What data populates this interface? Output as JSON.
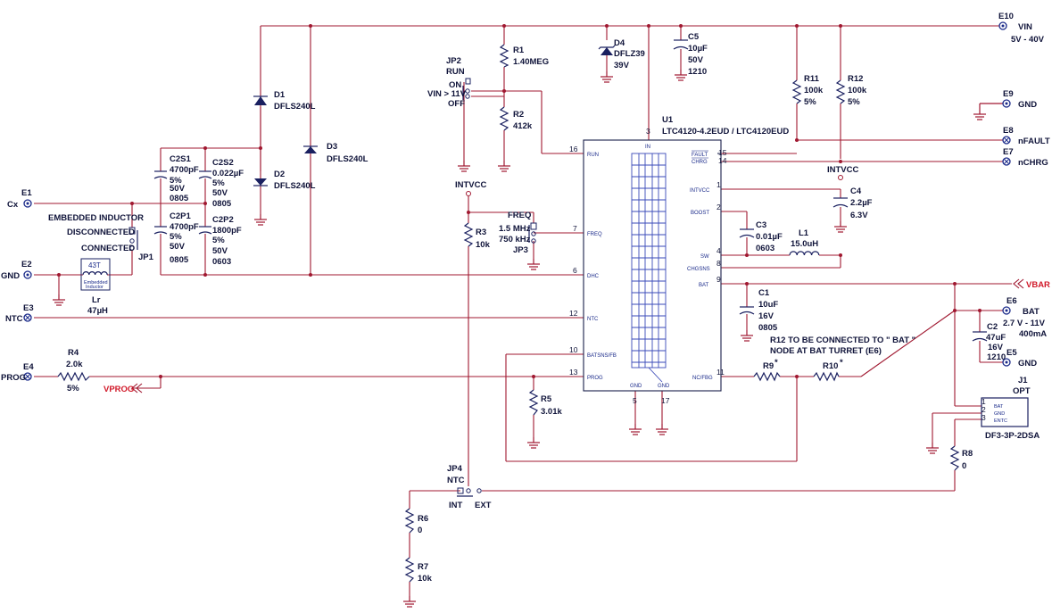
{
  "terminals": {
    "e10": {
      "ref": "E10",
      "name": "VIN",
      "range": "5V - 40V"
    },
    "e9": {
      "ref": "E9",
      "name": "GND"
    },
    "e8": {
      "ref": "E8",
      "name": "nFAULT"
    },
    "e7": {
      "ref": "E7",
      "name": "nCHRG"
    },
    "e6": {
      "ref": "E6",
      "name": "BAT",
      "range": "2.7 V - 11V",
      "current": "400mA"
    },
    "e5": {
      "ref": "E5",
      "name": "GND"
    },
    "e1": {
      "ref": "E1",
      "name": "Cx"
    },
    "e2": {
      "ref": "E2",
      "name": "GND"
    },
    "e3": {
      "ref": "E3",
      "name": "NTC"
    },
    "e4": {
      "ref": "E4",
      "name": "PROG"
    }
  },
  "net_labels": {
    "vbar": "VBAR",
    "vprog": "VPROG",
    "intvcc1": "INTVCC",
    "intvcc2": "INTVCC"
  },
  "components": {
    "d1": {
      "ref": "D1",
      "value": "DFLS240L"
    },
    "d2": {
      "ref": "D2",
      "value": "DFLS240L"
    },
    "d3": {
      "ref": "D3",
      "value": "DFLS240L"
    },
    "d4": {
      "ref": "D4",
      "value": "DFLZ39",
      "v2": "39V"
    },
    "r1": {
      "ref": "R1",
      "value": "1.40MEG"
    },
    "r2": {
      "ref": "R2",
      "value": "412k"
    },
    "r3": {
      "ref": "R3",
      "value": "10k"
    },
    "r4": {
      "ref": "R4",
      "value": "2.0k",
      "v2": "5%"
    },
    "r5": {
      "ref": "R5",
      "value": "3.01k"
    },
    "r6": {
      "ref": "R6",
      "value": "0"
    },
    "r7": {
      "ref": "R7",
      "value": "10k"
    },
    "r8": {
      "ref": "R8",
      "value": "0"
    },
    "r9": {
      "ref": "R9",
      "mark": "*"
    },
    "r10": {
      "ref": "R10",
      "mark": "*"
    },
    "r11": {
      "ref": "R11",
      "value": "100k",
      "v2": "5%"
    },
    "r12": {
      "ref": "R12",
      "value": "100k",
      "v2": "5%"
    },
    "c5": {
      "ref": "C5",
      "value": "10µF",
      "v2": "50V",
      "v3": "1210"
    },
    "c4": {
      "ref": "C4",
      "value": "2.2µF",
      "v2": "6.3V"
    },
    "c3": {
      "ref": "C3",
      "value": "0.01µF",
      "v2": "0603"
    },
    "c1": {
      "ref": "C1",
      "value": "10uF",
      "v2": "16V",
      "v3": "0805"
    },
    "c2": {
      "ref": "C2",
      "value": "47uF",
      "v2": "16V",
      "v3": "1210"
    },
    "c2s1": {
      "ref": "C2S1",
      "value": "4700pF",
      "v2": "5%",
      "v3": "50V",
      "v4": "0805"
    },
    "c2s2": {
      "ref": "C2S2",
      "value": "0.022µF",
      "v2": "5%",
      "v3": "50V",
      "v4": "0805"
    },
    "c2p1": {
      "ref": "C2P1",
      "value": "4700pF",
      "v2": "5%",
      "v3": "50V",
      "v4": "0805"
    },
    "c2p2": {
      "ref": "C2P2",
      "value": "1800pF",
      "v2": "5%",
      "v3": "50V",
      "v4": "0603"
    },
    "l1": {
      "ref": "L1",
      "value": "15.0uH"
    },
    "lr": {
      "ref": "Lr",
      "value": "47µH",
      "box": "43T",
      "sub1": "Embedded",
      "sub2": "Inductor"
    },
    "u1": {
      "ref": "U1",
      "value": "LTC4120-4.2EUD / LTC4120EUD"
    },
    "j1": {
      "ref": "J1",
      "value": "OPT",
      "part": "DF3-3P-2DSA",
      "p1": "BAT",
      "p2": "GND",
      "p3": "ENTC"
    }
  },
  "jumpers": {
    "jp1": {
      "ref": "JP1",
      "title": "EMBEDDED INDUCTOR",
      "opt1": "DISCONNECTED",
      "opt2": "CONNECTED"
    },
    "jp2": {
      "ref": "JP2",
      "title": "RUN",
      "opt1": "ON",
      "opt2": "VIN > 11V",
      "opt3": "OFF"
    },
    "jp3": {
      "ref": "JP3",
      "title": "FREQ",
      "opt1": "1.5 MHz",
      "opt2": "750 kHz"
    },
    "jp4": {
      "ref": "JP4",
      "title": "NTC",
      "opt1": "INT",
      "opt2": "EXT"
    }
  },
  "ic_pins": {
    "run": "RUN",
    "freq": "FREQ",
    "dhc": "DHC",
    "ntc": "NTC",
    "batsns": "BATSNS/FB",
    "prog": "PROG",
    "in": "IN",
    "fault": "FAULT",
    "chrg": "CHRG",
    "intvcc": "INTVCC",
    "boost": "BOOST",
    "sw": "SW",
    "chgsns": "CHGSNS",
    "bat": "BAT",
    "ncfbg": "NC/FBG",
    "gnd1": "GND",
    "gnd2": "GND",
    "n16": "16",
    "n7": "7",
    "n6": "6",
    "n12": "12",
    "n10": "10",
    "n13": "13",
    "n3": "3",
    "n15": "15",
    "n14": "14",
    "n1": "1",
    "n2": "2",
    "n4": "4",
    "n8": "8",
    "n9": "9",
    "n11": "11",
    "n5": "5",
    "n17": "17"
  },
  "notes": {
    "line1": "R12 TO BE CONNECTED TO \" BAT \"",
    "line2": "NODE AT BAT TURRET (E6)"
  },
  "colors": {
    "wire": "#a01830",
    "part": "#1a2060",
    "red_label": "#d11a2a"
  }
}
